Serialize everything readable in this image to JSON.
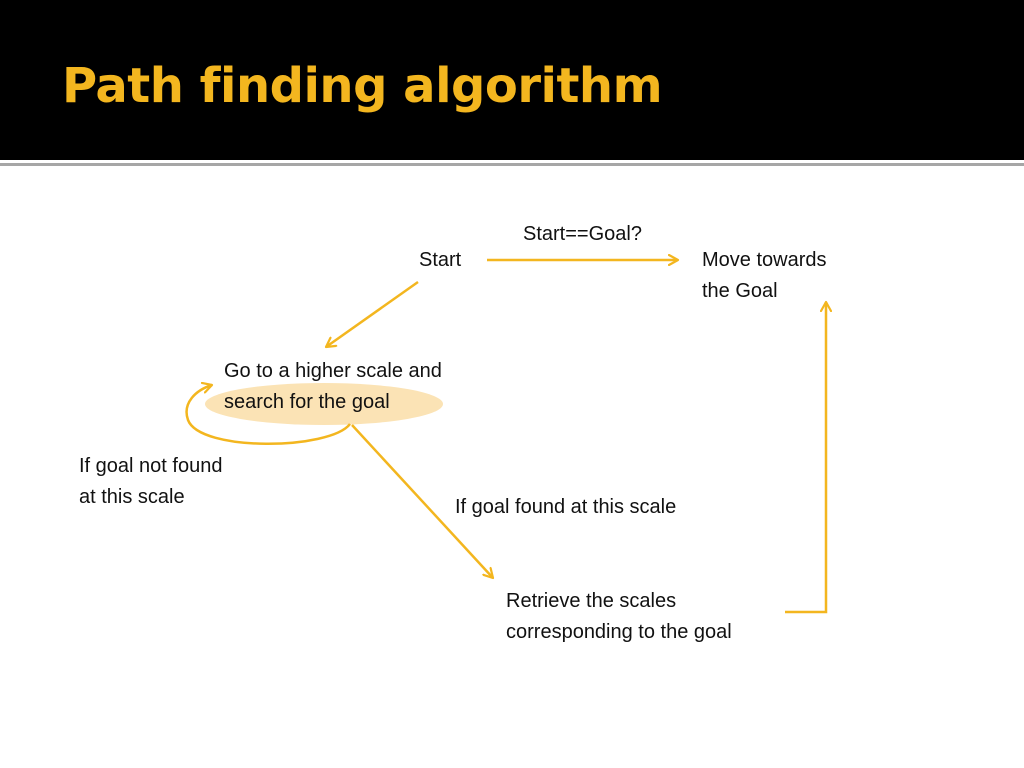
{
  "slide": {
    "title": "Path finding algorithm",
    "accent_color": "#f3b61f",
    "highlight_color": "#fbe3b5",
    "header_background": "#000000"
  },
  "diagram": {
    "nodes": {
      "start": {
        "lines": [
          "Start"
        ]
      },
      "move": {
        "lines": [
          "Move towards",
          "the Goal"
        ]
      },
      "higher_scale": {
        "lines": [
          "Go to a higher scale and",
          "search for the goal"
        ]
      },
      "retrieve": {
        "lines": [
          "Retrieve the scales",
          "corresponding to the goal"
        ]
      }
    },
    "edge_labels": {
      "start_goal": "Start==Goal?",
      "not_found": [
        "If goal not found",
        "at this scale"
      ],
      "found": "If goal found at this scale"
    }
  }
}
